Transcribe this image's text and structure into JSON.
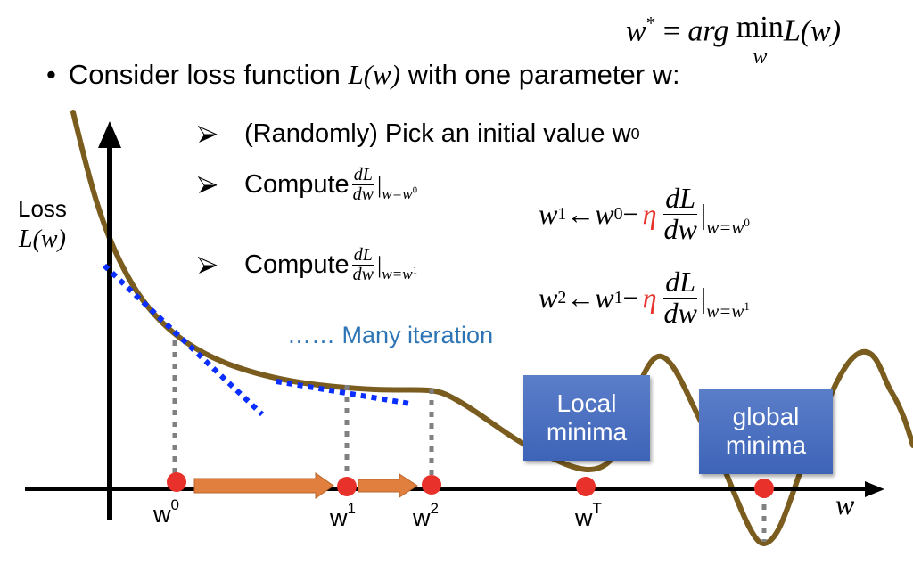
{
  "formula_top": {
    "lhs": "w",
    "lhs_sup": "*",
    "equals": " = ",
    "arg": "arg",
    "min": "min",
    "min_sub": "w",
    "rhs": "L(w)"
  },
  "bullet": {
    "dot": "•",
    "text_before": "Consider loss function ",
    "math": "L(w)",
    "text_after": " with one parameter w:"
  },
  "steps": [
    {
      "text": "(Randomly) Pick an initial value w",
      "sup": "0"
    },
    {
      "text": "Compute ",
      "frac_num": "dL",
      "frac_den": "dw",
      "bar": "|",
      "eval": "w=w",
      "eval_sup": "0"
    },
    {
      "text": "Compute ",
      "frac_num": "dL",
      "frac_den": "dw",
      "bar": "|",
      "eval": "w=w",
      "eval_sup": "1"
    }
  ],
  "updates": [
    {
      "lhs": "w",
      "lhs_sup": "1",
      "arrow": " ← ",
      "prev": "w",
      "prev_sup": "0",
      "minus": " − ",
      "eta": "η",
      "frac_num": "dL",
      "frac_den": "dw",
      "bar": "|",
      "eval": "w=w",
      "eval_sup": "0"
    },
    {
      "lhs": "w",
      "lhs_sup": "2",
      "arrow": " ← ",
      "prev": "w",
      "prev_sup": "1",
      "minus": " − ",
      "eta": "η",
      "frac_num": "dL",
      "frac_den": "dw",
      "bar": "|",
      "eval": "w=w",
      "eval_sup": "1"
    }
  ],
  "axis": {
    "y_label": "Loss",
    "y_label_math": "L(w)",
    "x_label": "w"
  },
  "annotation": "…… Many iteration",
  "boxes": {
    "local": [
      "Local",
      "minima"
    ],
    "global": [
      "global",
      "minima"
    ]
  },
  "points": [
    {
      "label": "w",
      "sup": "0"
    },
    {
      "label": "w",
      "sup": "1"
    },
    {
      "label": "w",
      "sup": "2"
    },
    {
      "label": "w",
      "sup": "T"
    }
  ],
  "colors": {
    "curve": "#7a5c1e",
    "tangent": "#0a2eff",
    "point": "#e8312a",
    "step_arrow": "#e07f3e",
    "guide": "#808080",
    "eta": "#e8312a",
    "annotation": "#2e75b6",
    "box": "#4a6fc0"
  }
}
